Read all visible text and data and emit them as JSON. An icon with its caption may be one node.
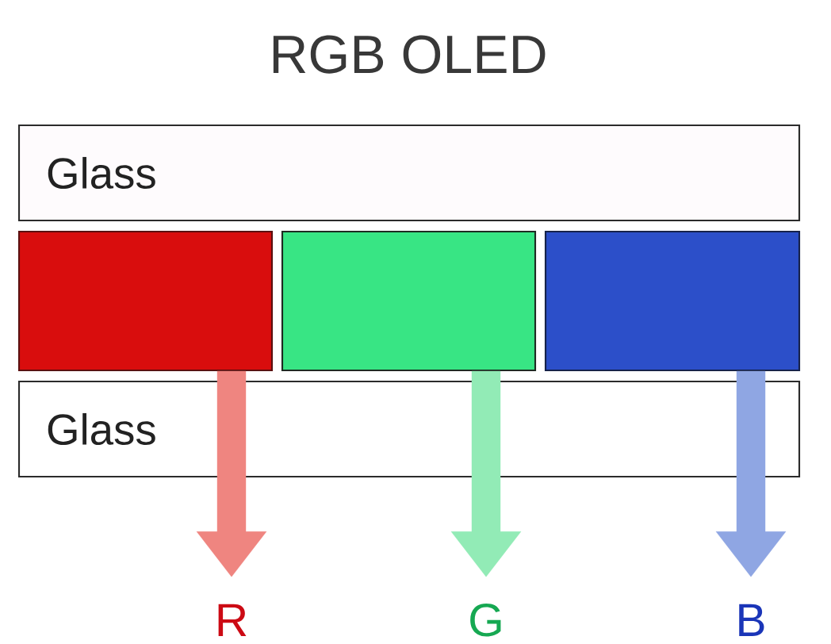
{
  "diagram": {
    "title": "RGB OLED",
    "nodes": [
      {
        "text": [
          "Glass"
        ]
      },
      {
        "text": [],
        "shape": "box"
      },
      {
        "text": [],
        "shape": "box"
      },
      {
        "text": [],
        "shape": "box"
      },
      {
        "text": [
          "Glass"
        ]
      },
      {
        "text": [
          "R"
        ]
      },
      {
        "text": [
          "G"
        ]
      },
      {
        "text": [
          "B"
        ]
      }
    ],
    "edges": [
      {
        "from": 1,
        "to": 5,
        "arrow": "to",
        "color": "#ef8580"
      },
      {
        "from": 2,
        "to": 6,
        "arrow": "to",
        "color": "#92ebb6"
      },
      {
        "from": 3,
        "to": 7,
        "arrow": "to",
        "color": "#8fa6e3"
      }
    ]
  }
}
